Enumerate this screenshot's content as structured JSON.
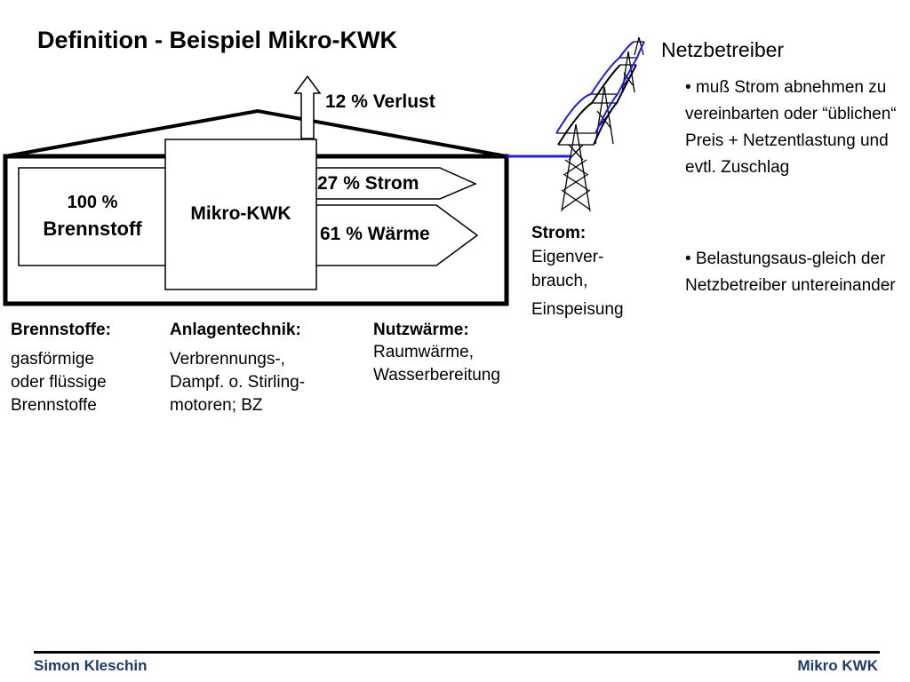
{
  "title": "Definition - Beispiel Mikro-KWK",
  "diagram": {
    "input_box": {
      "line1": "100 %",
      "line2": "Brennstoff"
    },
    "chp_unit": "Mikro-KWK",
    "loss_label": "12 % Verlust",
    "electricity_label": "27 % Strom",
    "heat_label": "61 % Wärme",
    "colors": {
      "grid_line": "#1a1aff",
      "outline": "#000000"
    }
  },
  "columns": [
    {
      "heading": "Brennstoffe:",
      "lines": [
        "gasförmige",
        "oder flüssige",
        "Brennstoffe"
      ]
    },
    {
      "heading": "Anlagentechnik:",
      "lines": [
        "Verbrennungs-,",
        "Dampf. o. Stirling-",
        "motoren; BZ"
      ]
    },
    {
      "heading": "Nutzwärme:",
      "lines": [
        "Raumwärme,",
        "Wasserbereitung"
      ]
    }
  ],
  "strom": {
    "heading": "Strom:",
    "lines": [
      "Eigenver-",
      "brauch,",
      "Einspeisung"
    ]
  },
  "netzbetreiber": {
    "heading": "Netzbetreiber",
    "bullet1": "• muß Strom abnehmen zu vereinbarten oder “üblichen“ Preis + Netzentlastung und evtl. Zuschlag",
    "bullet2": "• Belastungsaus-gleich der Netzbetreiber untereinander"
  },
  "footer": {
    "left": "Simon Kleschin",
    "right": "Mikro KWK",
    "color": "#1f3b6b"
  },
  "icons": [
    "power-pylon-icon"
  ]
}
